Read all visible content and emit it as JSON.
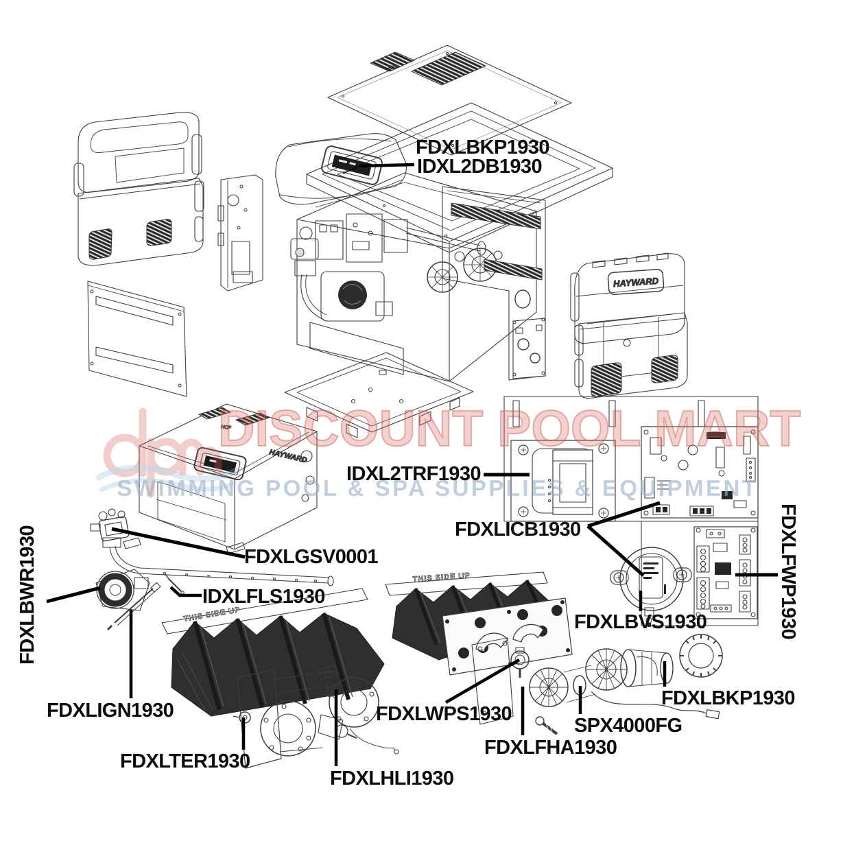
{
  "watermark": {
    "title": "DISCOUNT POOL MART",
    "subtitle": "SWIMMING POOL & SPA SUPPLIES & EQUIPMENT",
    "title_color": "#c9504a",
    "subtitle_color": "#9cb0c8",
    "logo": "dpm-waves-logo"
  },
  "diagram": {
    "brand": "HAYWARD",
    "orientation_text": "THIS SIDE UP",
    "model_text": "HCF",
    "line_color": "#3d3d3d",
    "leader_color": "#000000",
    "fin_color": "#2f2f2f"
  },
  "labels": [
    {
      "text": "FDXLBKP1930",
      "orientation": "horizontal"
    },
    {
      "text": "IDXL2DB1930",
      "orientation": "horizontal"
    },
    {
      "text": "IDXL2TRF1930",
      "orientation": "horizontal"
    },
    {
      "text": "FDXLICB1930",
      "orientation": "horizontal"
    },
    {
      "text": "FDXLGSV0001",
      "orientation": "horizontal"
    },
    {
      "text": "FDXLBWR1930",
      "orientation": "vertical-up"
    },
    {
      "text": "IDXLFLS1930",
      "orientation": "horizontal"
    },
    {
      "text": "FDXLFWP1930",
      "orientation": "vertical-down"
    },
    {
      "text": "FDXLBVS1930",
      "orientation": "horizontal"
    },
    {
      "text": "FDXLIGN1930",
      "orientation": "horizontal"
    },
    {
      "text": "FDXLTER1930",
      "orientation": "horizontal"
    },
    {
      "text": "FDXLHLI1930",
      "orientation": "horizontal"
    },
    {
      "text": "FDXLWPS1930",
      "orientation": "horizontal"
    },
    {
      "text": "SPX4000FG",
      "orientation": "horizontal"
    },
    {
      "text": "FDXLFHA1930",
      "orientation": "horizontal"
    },
    {
      "text": "FDXLBKP1930",
      "orientation": "horizontal"
    }
  ]
}
